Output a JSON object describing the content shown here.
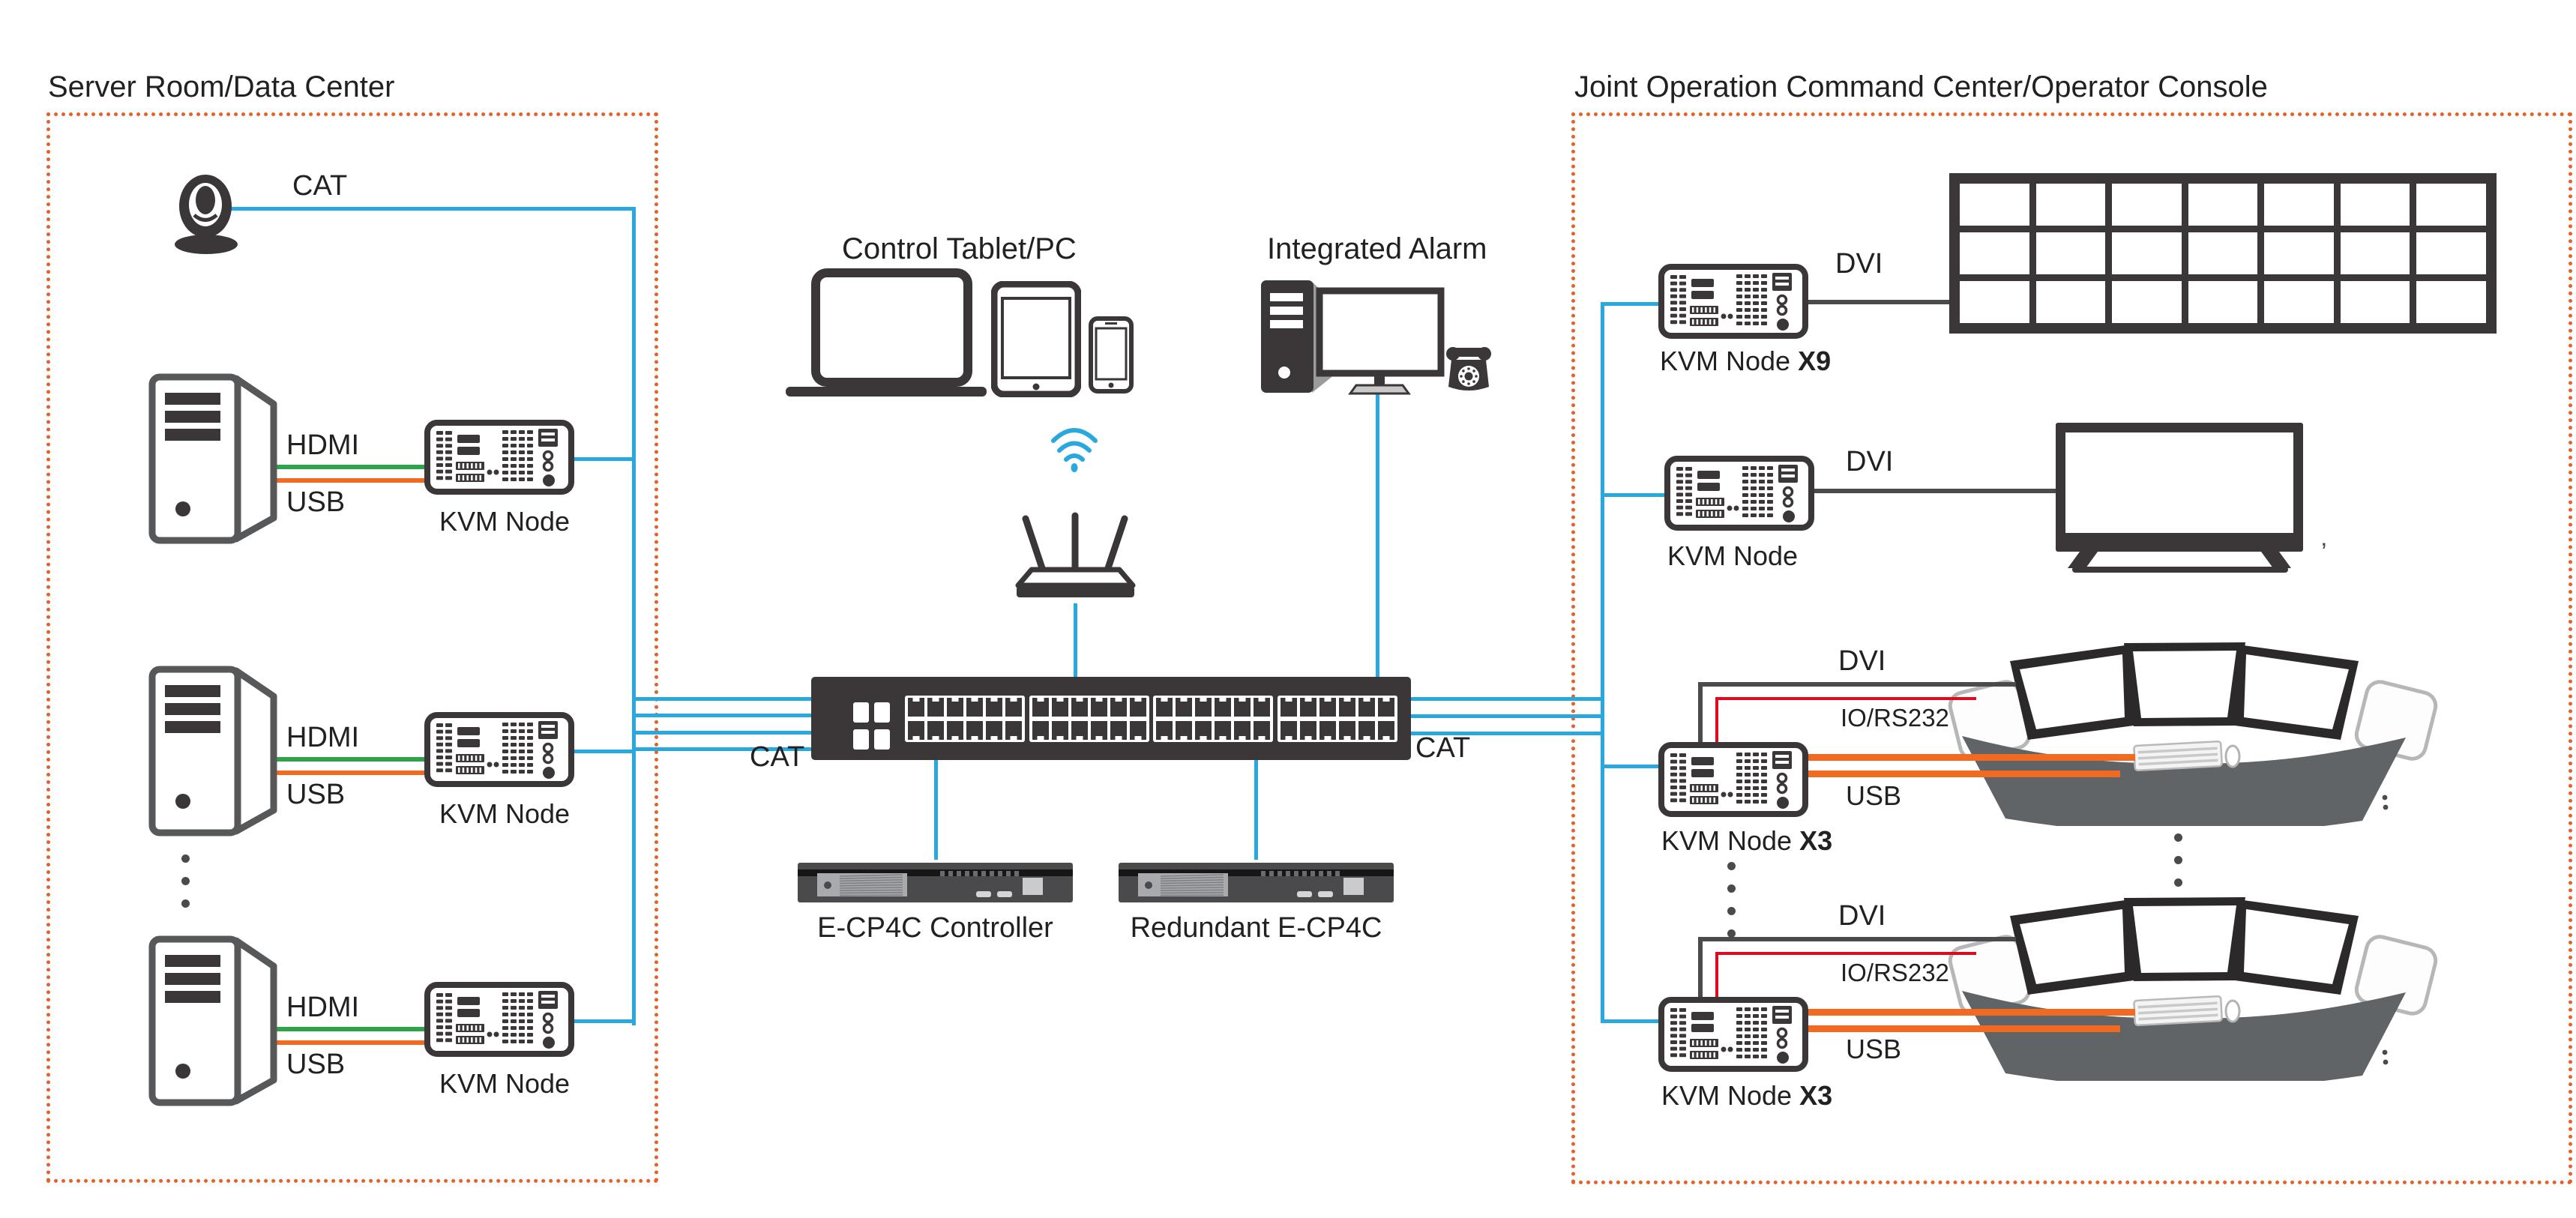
{
  "left": {
    "title": "Server Room/Data Center",
    "camera_cable_label": "CAT",
    "servers": [
      {
        "hdmi": "HDMI",
        "usb": "USB",
        "node": "KVM Node"
      },
      {
        "hdmi": "HDMI",
        "usb": "USB",
        "node": "KVM Node"
      },
      {
        "hdmi": "HDMI",
        "usb": "USB",
        "node": "KVM Node"
      }
    ]
  },
  "center": {
    "control_label": "Control Tablet/PC",
    "alarm_label": "Integrated Alarm",
    "cat_left": "CAT",
    "cat_right": "CAT",
    "controller_label": "E-CP4C Controller",
    "redundant_label": "Redundant E-CP4C",
    "switch": {
      "port_groups": 4,
      "ports_per_group": 12,
      "uplink_squares": 4
    }
  },
  "right": {
    "title": "Joint Operation Command Center/Operator Console",
    "video_wall": {
      "columns": 7,
      "rows": 3
    },
    "rows": [
      {
        "node": "KVM Node",
        "suffix": "X9",
        "video": "DVI"
      },
      {
        "node": "KVM Node",
        "suffix": "",
        "video": "DVI"
      },
      {
        "node": "KVM Node",
        "suffix": "X3",
        "video": "DVI",
        "io": "IO/RS232",
        "usb": "USB"
      },
      {
        "node": "KVM Node",
        "suffix": "X3",
        "video": "DVI",
        "io": "IO/RS232",
        "usb": "USB"
      }
    ]
  },
  "colors": {
    "cat_blue": "#29a8e0",
    "hdmi_green": "#2fa24a",
    "usb_orange": "#f26a21",
    "io_red": "#e00a1e",
    "dvi_dark": "#4b4b4d",
    "accent_orange": "#e2622b",
    "device_dark": "#3b3637"
  }
}
